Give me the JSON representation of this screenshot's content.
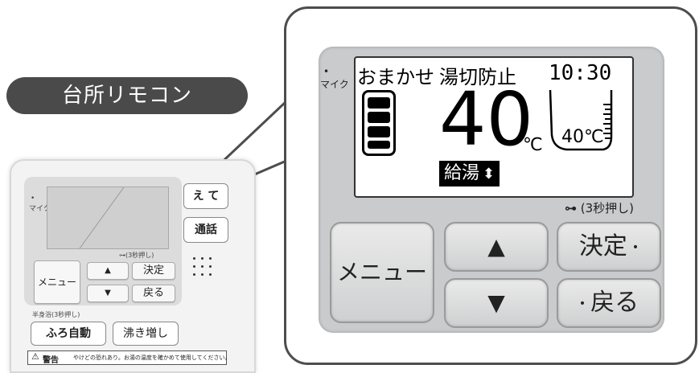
{
  "title": "台所リモコン",
  "remote": {
    "mic_label": "マイク",
    "lock_hint": "(3秒押し)",
    "menu_label": "メニュー",
    "up_label": "▲",
    "down_label": "▼",
    "ok_label": "決定",
    "back_label": "戻る",
    "side_top_label": "え て",
    "call_label": "通話",
    "half_bath_hint": "半身浴(3秒押し)",
    "auto_bath_label": "ふろ自動",
    "reheat_label": "沸き増し",
    "warning_label": "警告",
    "warning_text": "やけどの恐れあり。お湯の温度を確かめて使用してください。"
  },
  "detail": {
    "mic_label": "マイク",
    "mode_label": "おまかせ",
    "scald_label": "湯切防止",
    "time": "10:30",
    "temperature": "40",
    "temp_unit": "℃",
    "bath_temp": "40℃",
    "mode_select_label": "給湯",
    "lock_hint": "(3秒押し)",
    "menu_label": "メニュー",
    "ok_label": "決定",
    "back_label": "戻る"
  }
}
